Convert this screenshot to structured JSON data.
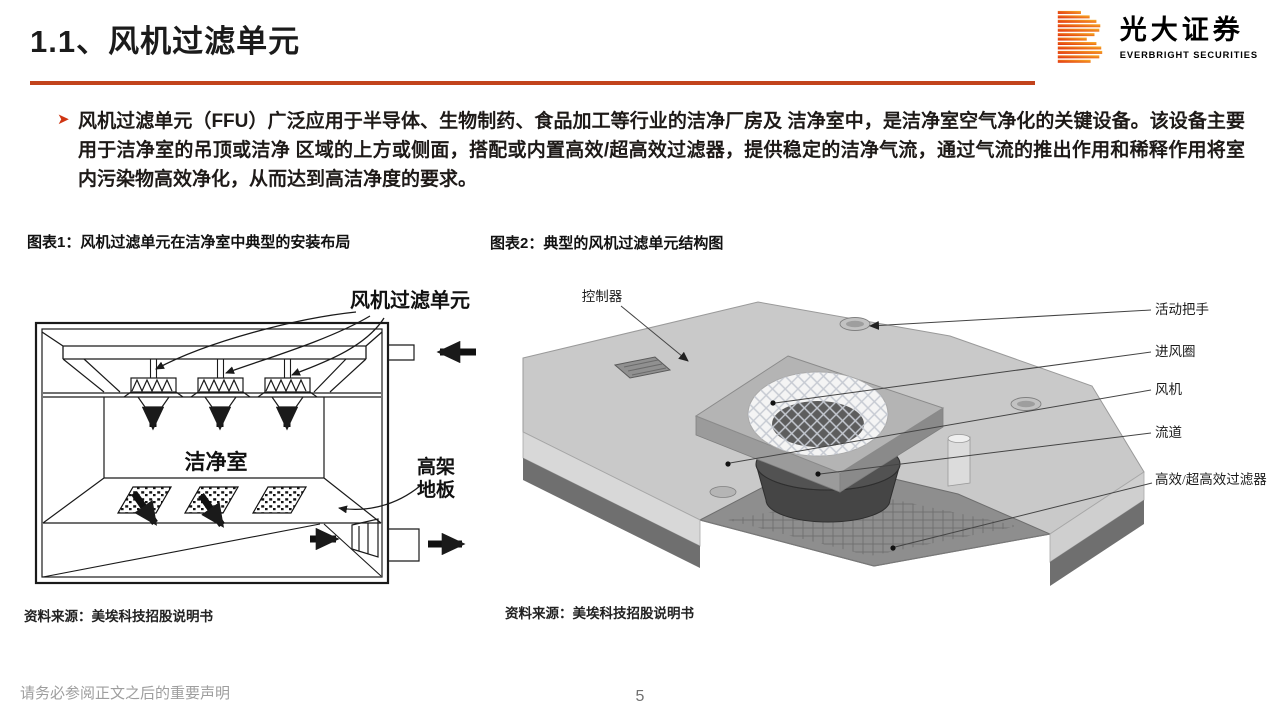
{
  "header": {
    "title": "1.1、风机过滤单元",
    "rule_color": "#c2431c",
    "logo": {
      "cn": "光大证券",
      "en": "EVERBRIGHT SECURITIES"
    }
  },
  "body": {
    "bullet_icon": "➤",
    "paragraph": "风机过滤单元（FFU）广泛应用于半导体、生物制药、食品加工等行业的洁净厂房及 洁净室中，是洁净室空气净化的关键设备。该设备主要用于洁净室的吊顶或洁净 区域的上方或侧面，搭配或内置高效/超高效过滤器，提供稳定的洁净气流，通过气流的推出作用和稀释作用将室内污染物高效净化，从而达到高洁净度的要求。"
  },
  "figure1": {
    "caption": "图表1：风机过滤单元在洁净室中典型的安装布局",
    "source": "资料来源：美埃科技招股说明书",
    "labels": {
      "ffu": "风机过滤单元",
      "cleanroom": "洁净室",
      "raised_floor_line1": "高架",
      "raised_floor_line2": "地板"
    }
  },
  "figure2": {
    "caption": "图表2：典型的风机过滤单元结构图",
    "source": "资料来源：美埃科技招股说明书",
    "labels": {
      "controller": "控制器",
      "handle": "活动把手",
      "inlet_ring": "进风圈",
      "fan": "风机",
      "duct": "流道",
      "filter": "高效/超高效过滤器"
    }
  },
  "footer": {
    "disclaimer": "请务必参阅正文之后的重要声明",
    "page_number": "5"
  }
}
